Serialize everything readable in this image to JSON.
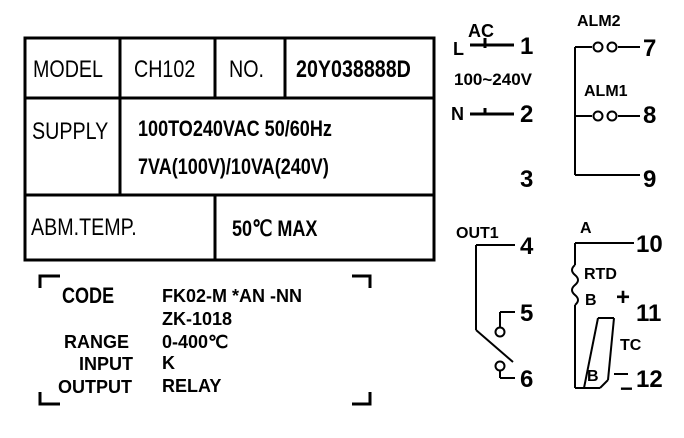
{
  "nameplate": {
    "model_label": "MODEL",
    "model_value": "CH102",
    "no_label": "NO.",
    "no_value": "20Y038888D",
    "supply_label": "SUPPLY",
    "supply_line1": "100TO240VAC 50/60Hz",
    "supply_line2": "7VA(100V)/10VA(240V)",
    "temp_label": "ABM.TEMP.",
    "temp_value": "50℃ MAX"
  },
  "code_block": {
    "code_label": "CODE",
    "code_line1": "FK02-M *AN -NN",
    "code_line2": "ZK-1018",
    "range_label": "RANGE",
    "range_value": "0-400℃",
    "input_label": "INPUT",
    "input_value": "K",
    "output_label": "OUTPUT",
    "output_value": "RELAY"
  },
  "terminals": {
    "power": {
      "l_label": "L",
      "n_label": "N",
      "ac_label": "AC",
      "voltage_label": "100~240V",
      "t1": "1",
      "t2": "2",
      "t3": "3"
    },
    "out1": {
      "label": "OUT1",
      "t4": "4",
      "t5": "5",
      "t6": "6"
    },
    "alarms": {
      "alm2_label": "ALM2",
      "alm1_label": "ALM1",
      "t7": "7",
      "t8": "8",
      "t9": "9"
    },
    "sensor": {
      "a_label": "A",
      "rtd_label": "RTD",
      "b_label_upper": "B",
      "b_label_lower": "B",
      "tc_label": "TC",
      "plus_sign": "+",
      "minus_sign": "−",
      "t10": "10",
      "t11": "11",
      "t12": "12"
    }
  }
}
